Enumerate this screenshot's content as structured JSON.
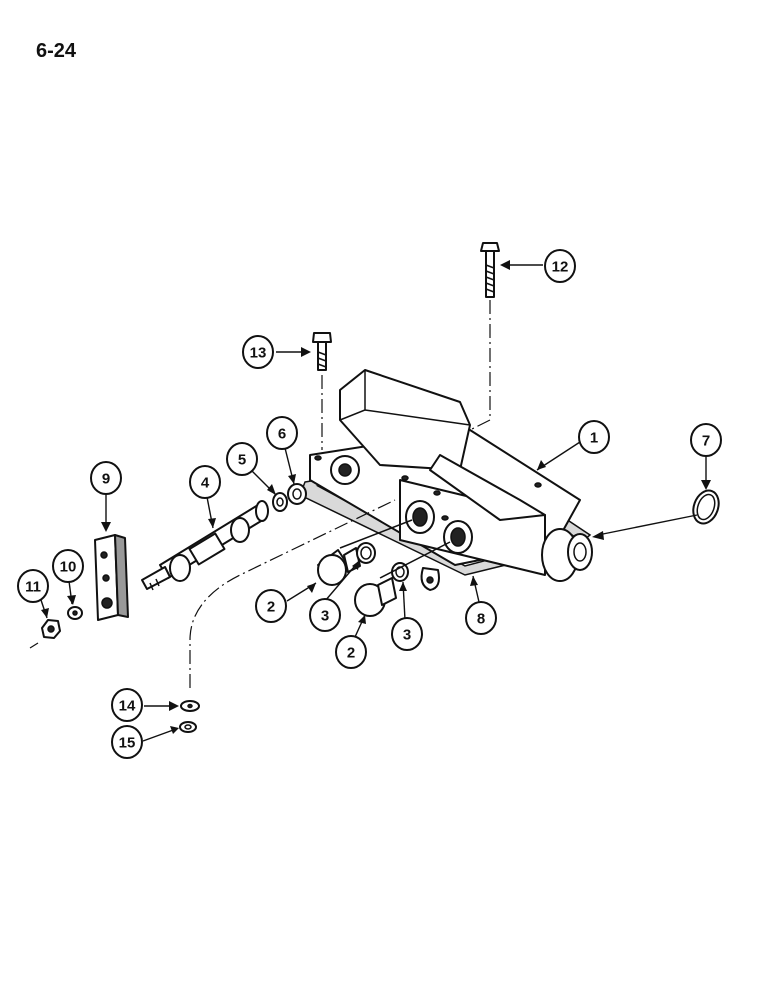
{
  "page": {
    "number": "6-24"
  },
  "callouts": [
    {
      "id": "c1",
      "label": "1"
    },
    {
      "id": "c2a",
      "label": "2"
    },
    {
      "id": "c2b",
      "label": "2"
    },
    {
      "id": "c3a",
      "label": "3"
    },
    {
      "id": "c3b",
      "label": "3"
    },
    {
      "id": "c4",
      "label": "4"
    },
    {
      "id": "c5",
      "label": "5"
    },
    {
      "id": "c6",
      "label": "6"
    },
    {
      "id": "c7",
      "label": "7"
    },
    {
      "id": "c8",
      "label": "8"
    },
    {
      "id": "c9",
      "label": "9"
    },
    {
      "id": "c10",
      "label": "10"
    },
    {
      "id": "c11",
      "label": "11"
    },
    {
      "id": "c12",
      "label": "12"
    },
    {
      "id": "c13",
      "label": "13"
    },
    {
      "id": "c14",
      "label": "14"
    },
    {
      "id": "c15",
      "label": "15"
    }
  ]
}
